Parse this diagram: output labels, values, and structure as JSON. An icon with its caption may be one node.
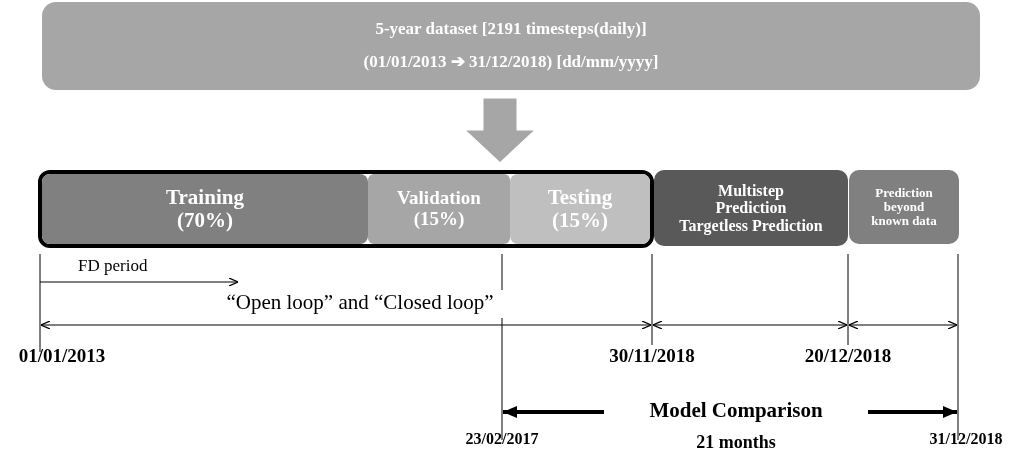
{
  "diagram": {
    "nodes": [
      {
        "text": [
          "5-year dataset [2191 timesteps(daily)]",
          "(01/01/2013 ➔ 31/12/2018) [dd/mm/yyyy]"
        ]
      },
      {
        "text": [],
        "shape": "box"
      },
      {
        "text": [
          "Training (70%)"
        ],
        "in": 1
      },
      {
        "text": [
          "Validation (15%)"
        ],
        "in": 1
      },
      {
        "text": [
          "Testing (15%)"
        ],
        "in": 1
      },
      {
        "text": [
          "Multistep Prediction",
          "Targetless Prediction"
        ]
      },
      {
        "text": [
          "Prediction beyond known data"
        ]
      }
    ],
    "edges": [
      {
        "from": 0,
        "to": 1,
        "arrow": "to",
        "style": "thick",
        "color": "#a6a6a6"
      }
    ],
    "labels": [
      "FD period",
      "“Open loop” and “Closed loop”",
      "01/01/2013",
      "30/11/2018",
      "20/12/2018",
      "Model Comparison",
      "23/02/2017",
      "21 months",
      "31/12/2018"
    ]
  }
}
